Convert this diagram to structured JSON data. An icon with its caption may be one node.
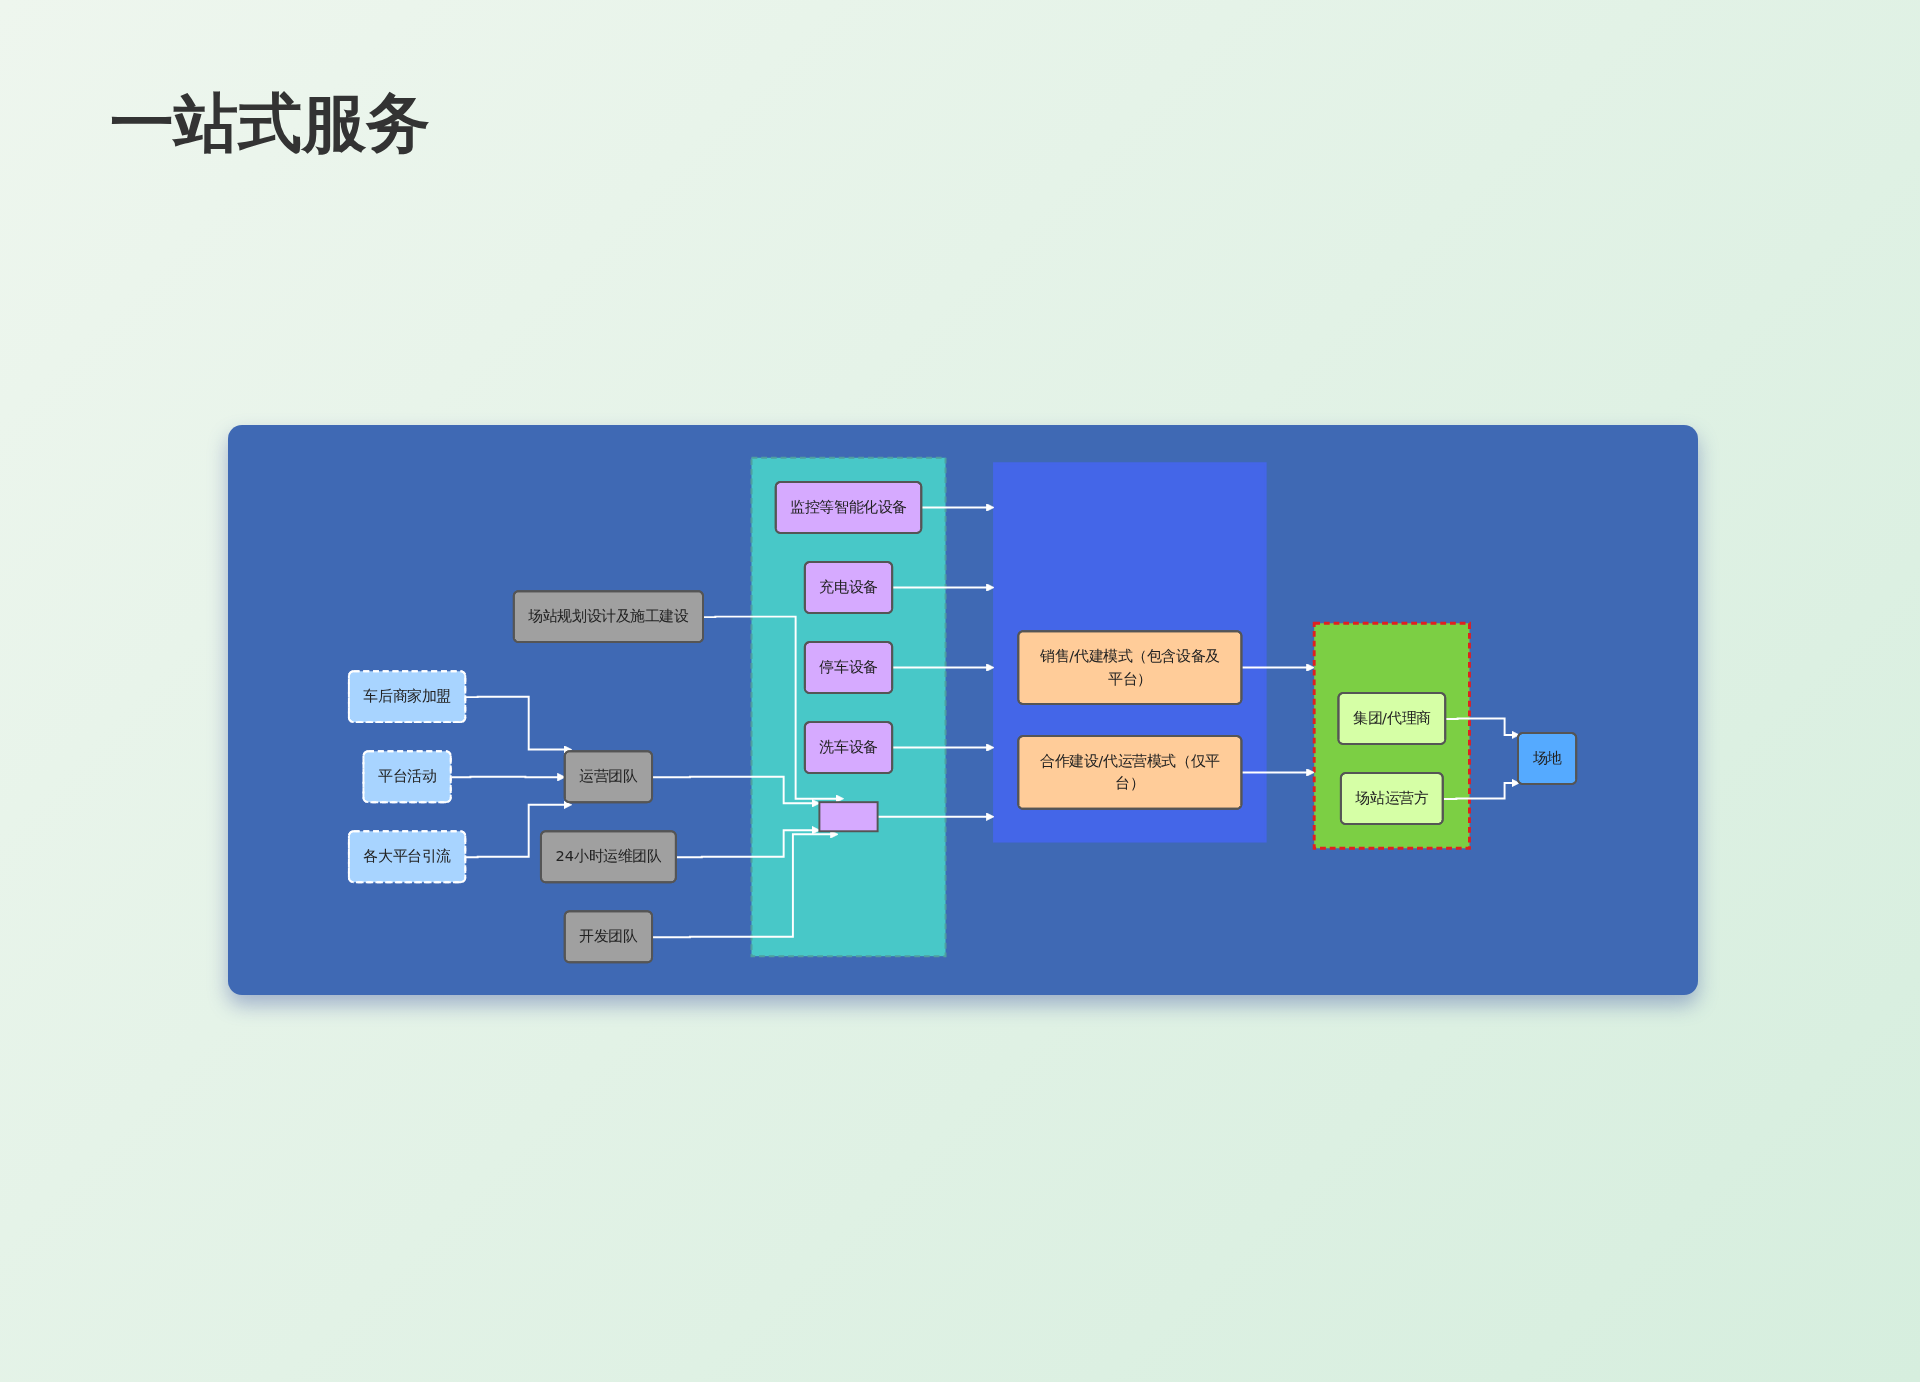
{
  "diagram": {
    "title": "一站式服务",
    "nodes": [
      {
        "text": [
          "车后商家加盟"
        ]
      },
      {
        "text": [
          "平台活动"
        ]
      },
      {
        "text": [
          "各大平台引流"
        ]
      },
      {
        "text": [
          "场站规划设计及施工建设"
        ]
      },
      {
        "text": [
          "运营团队"
        ]
      },
      {
        "text": [
          "24小时运维团队"
        ]
      },
      {
        "text": [
          "开发团队"
        ]
      },
      {
        "text": [],
        "shape": "box"
      },
      {
        "text": [
          "监控等智能化设备"
        ],
        "in": 7
      },
      {
        "text": [
          "充电设备"
        ],
        "in": 7
      },
      {
        "text": [
          "停车设备"
        ],
        "in": 7
      },
      {
        "text": [
          "洗车设备"
        ],
        "in": 7
      },
      {
        "text": [],
        "shape": "box",
        "in": 7
      },
      {
        "text": [],
        "shape": "box"
      },
      {
        "text": [
          "销售/代建模式（包含设备及平台）"
        ],
        "in": 13
      },
      {
        "text": [
          "合作建设/代运营模式（仅平台）"
        ],
        "in": 13
      },
      {
        "text": [],
        "shape": "box"
      },
      {
        "text": [
          "集团/代理商"
        ],
        "in": 16
      },
      {
        "text": [
          "场站运营方"
        ],
        "in": 16
      },
      {
        "text": [
          "场地"
        ]
      }
    ],
    "edges": [
      {
        "from": 0,
        "to": 4,
        "arrow": "to"
      },
      {
        "from": 1,
        "to": 4,
        "arrow": "to"
      },
      {
        "from": 2,
        "to": 4,
        "arrow": "to"
      },
      {
        "from": 3,
        "to": 12,
        "arrow": "to"
      },
      {
        "from": 4,
        "to": 12,
        "arrow": "to"
      },
      {
        "from": 5,
        "to": 12,
        "arrow": "to"
      },
      {
        "from": 6,
        "to": 12,
        "arrow": "to"
      },
      {
        "from": 8,
        "to": 13,
        "arrow": "to"
      },
      {
        "from": 9,
        "to": 13,
        "arrow": "to"
      },
      {
        "from": 10,
        "to": 13,
        "arrow": "to"
      },
      {
        "from": 11,
        "to": 13,
        "arrow": "to"
      },
      {
        "from": 12,
        "to": 13,
        "arrow": "to"
      },
      {
        "from": 14,
        "to": 16,
        "arrow": "to"
      },
      {
        "from": 15,
        "to": 16,
        "arrow": "to"
      },
      {
        "from": 17,
        "to": 19,
        "arrow": "to"
      },
      {
        "from": 18,
        "to": 19,
        "arrow": "to"
      }
    ]
  }
}
